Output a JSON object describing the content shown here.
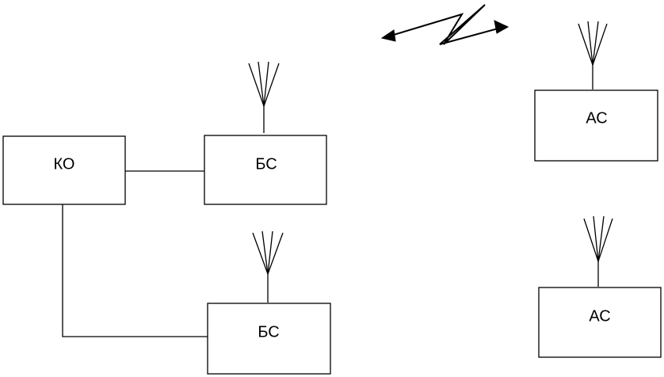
{
  "nodes": {
    "control_center": {
      "label": "КО"
    },
    "base_station_1": {
      "label": "БС"
    },
    "base_station_2": {
      "label": "БС"
    },
    "subscriber_1": {
      "label": "АС"
    },
    "subscriber_2": {
      "label": "АС"
    }
  },
  "colors": {
    "stroke": "#000000",
    "background": "#ffffff"
  },
  "icons": [
    "antenna-icon",
    "radio-link-icon"
  ]
}
